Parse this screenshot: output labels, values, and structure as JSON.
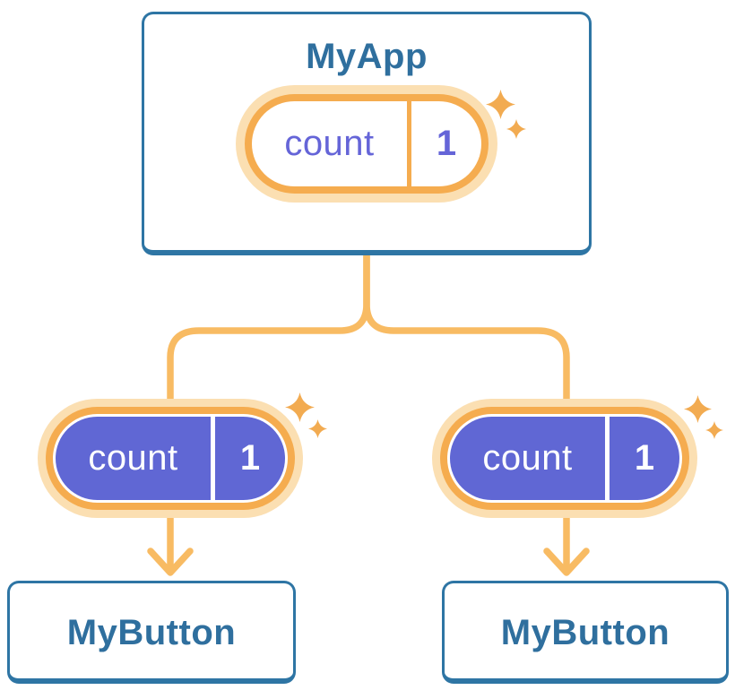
{
  "root": {
    "title": "MyApp",
    "state": {
      "key": "count",
      "value": "1"
    }
  },
  "children": [
    {
      "title": "MyButton",
      "state": {
        "key": "count",
        "value": "1"
      }
    },
    {
      "title": "MyButton",
      "state": {
        "key": "count",
        "value": "1"
      }
    }
  ],
  "icons": {
    "sparkle": "four-point-star-sparkle",
    "arrow": "arrow-down"
  },
  "colors": {
    "background": "#FFFFFF",
    "card_border": "#2E75A4",
    "heading_text": "#2F6F9E",
    "connector_orange": "#F8BB63",
    "pill_ring_orange": "#F5AC4F",
    "pill_ring_light": "#FBDFB2",
    "state_fill_purple": "#6067D4",
    "state_text_purple": "#6565D8",
    "state_text_white": "#FFFFFF",
    "sparkle_orange": "#F2AB51"
  }
}
